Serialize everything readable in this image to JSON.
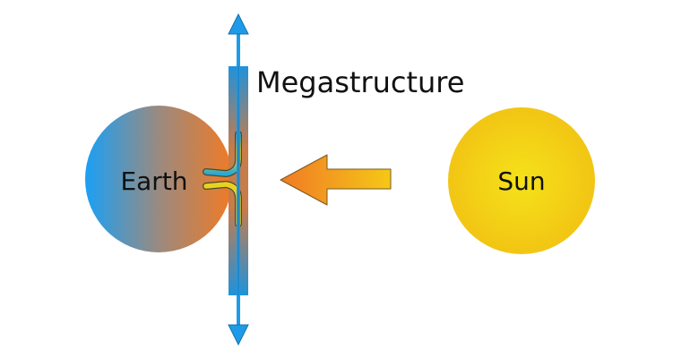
{
  "diagram": {
    "labels": {
      "earth": "Earth",
      "sun": "Sun",
      "megastructure": "Megastructure"
    },
    "colors": {
      "earth_left": "#1aa0f5",
      "earth_right": "#f07a25",
      "sun_center": "#f5e21a",
      "sun_edge": "#f2c514",
      "panel_blue": "#1e9be8",
      "panel_core": "#6f7f8f",
      "axis_arrow": "#1e9be8",
      "light_arrow_tip": "#f07a25",
      "light_arrow_tail": "#f5c816",
      "connector": "#e8d21e"
    },
    "elements": [
      {
        "id": "earth",
        "kind": "planet"
      },
      {
        "id": "megastructure",
        "kind": "vertical panel with bidirectional arrow"
      },
      {
        "id": "sunlight",
        "kind": "arrow pointing from Sun toward Earth"
      },
      {
        "id": "sun",
        "kind": "star"
      }
    ]
  }
}
